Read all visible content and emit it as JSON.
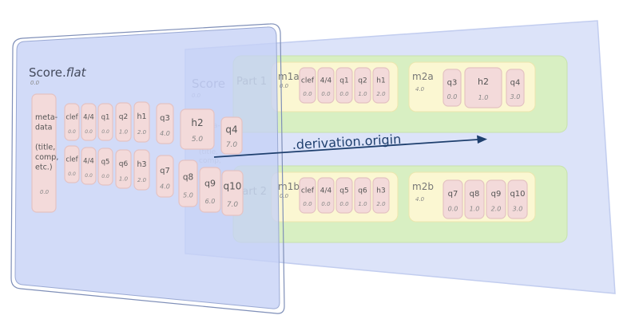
{
  "flat": {
    "title_main": "Score.",
    "title_italic": "flat",
    "offset": "0.0",
    "meta": {
      "lines": [
        "meta-",
        "data",
        "",
        "(title,",
        "comp,",
        "etc.)"
      ],
      "offset": "0.0"
    },
    "row1": [
      {
        "label": "clef",
        "offset": "0.0"
      },
      {
        "label": "4/4",
        "offset": "0.0"
      },
      {
        "label": "q1",
        "offset": "0.0"
      },
      {
        "label": "q2",
        "offset": "1.0"
      },
      {
        "label": "h1",
        "offset": "2.0"
      },
      {
        "label": "q3",
        "offset": "4.0"
      },
      {
        "label": "h2",
        "offset": "5.0"
      },
      {
        "label": "q4",
        "offset": "7.0"
      }
    ],
    "row2": [
      {
        "label": "clef",
        "offset": "0.0"
      },
      {
        "label": "4/4",
        "offset": "0.0"
      },
      {
        "label": "q5",
        "offset": "0.0"
      },
      {
        "label": "q6",
        "offset": "1.0"
      },
      {
        "label": "h3",
        "offset": "2.0"
      },
      {
        "label": "q7",
        "offset": "4.0"
      },
      {
        "label": "q8",
        "offset": "5.0"
      },
      {
        "label": "q9",
        "offset": "6.0"
      },
      {
        "label": "q10",
        "offset": "7.0"
      }
    ]
  },
  "score": {
    "title": "Score",
    "offset": "0.0",
    "meta_lines": [
      "meta-",
      "data",
      "",
      "(title,",
      "comp,"
    ],
    "part1": {
      "label": "Part 1",
      "m1": {
        "label": "m1a",
        "offset": "0.0",
        "notes": [
          {
            "label": "clef",
            "offset": "0.0"
          },
          {
            "label": "4/4",
            "offset": "0.0"
          },
          {
            "label": "q1",
            "offset": "0.0"
          },
          {
            "label": "q2",
            "offset": "1.0"
          },
          {
            "label": "h1",
            "offset": "2.0"
          }
        ]
      },
      "m2": {
        "label": "m2a",
        "offset": "4.0",
        "notes": [
          {
            "label": "q3",
            "offset": "0.0"
          },
          {
            "label": "h2",
            "offset": "1.0"
          },
          {
            "label": "q4",
            "offset": "3.0"
          }
        ]
      }
    },
    "part2": {
      "label": "Part 2",
      "m1": {
        "label": "m1b",
        "offset": "0.0",
        "notes": [
          {
            "label": "clef",
            "offset": "0.0"
          },
          {
            "label": "4/4",
            "offset": "0.0"
          },
          {
            "label": "q5",
            "offset": "0.0"
          },
          {
            "label": "q6",
            "offset": "1.0"
          },
          {
            "label": "h3",
            "offset": "2.0"
          }
        ]
      },
      "m2": {
        "label": "m2b",
        "offset": "4.0",
        "notes": [
          {
            "label": "q7",
            "offset": "0.0"
          },
          {
            "label": "q8",
            "offset": "1.0"
          },
          {
            "label": "q9",
            "offset": "2.0"
          },
          {
            "label": "q10",
            "offset": "3.0"
          }
        ]
      }
    }
  },
  "arrow_label": ".derivation.origin",
  "colors": {
    "panel_fill": "#c5d1f6",
    "back_panel_fill": "#dce3f9",
    "part_fill": "#d8efc2",
    "measure_fill": "#fbf7d2",
    "note_fill": "#f3dada",
    "note_stroke": "#e4c2c2",
    "arrow": "#1e3f6e",
    "text": "#555555",
    "offset_text": "#888888"
  }
}
